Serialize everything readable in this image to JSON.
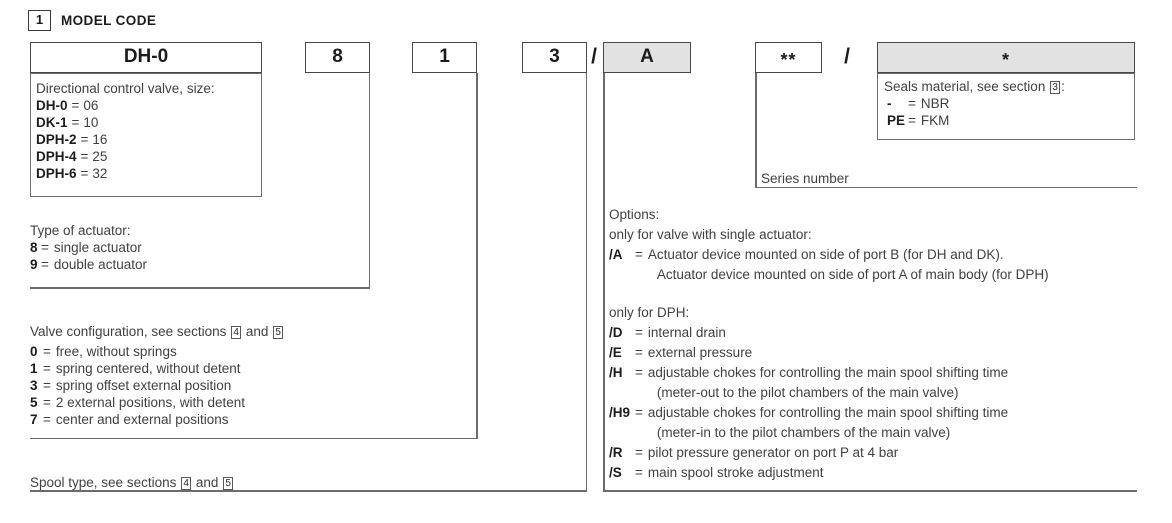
{
  "header": {
    "section_number": "1",
    "title": "MODEL CODE"
  },
  "code_row": {
    "family": "DH-0",
    "actuator": "8",
    "configuration": "1",
    "spool": "3",
    "slash1": "/",
    "option": "A",
    "series": "**",
    "slash2": "/",
    "seals": "*"
  },
  "size_section": {
    "title": "Directional control valve, size:",
    "items": [
      {
        "code": "DH-0",
        "value": "06"
      },
      {
        "code": "DK-1",
        "value": "10"
      },
      {
        "code": "DPH-2",
        "value": "16"
      },
      {
        "code": "DPH-4",
        "value": "25"
      },
      {
        "code": "DPH-6",
        "value": "32"
      }
    ]
  },
  "actuator_section": {
    "title": "Type of actuator:",
    "items": [
      {
        "code": "8",
        "desc": "single actuator"
      },
      {
        "code": "9",
        "desc": "double actuator"
      }
    ]
  },
  "config_section": {
    "title_prefix": "Valve configuration, see sections",
    "ref1": "4",
    "conjunction": "and",
    "ref2": "5",
    "items": [
      {
        "code": "0",
        "desc": "free, without springs"
      },
      {
        "code": "1",
        "desc": "spring centered, without detent"
      },
      {
        "code": "3",
        "desc": "spring offset external position"
      },
      {
        "code": "5",
        "desc": "2 external positions, with detent"
      },
      {
        "code": "7",
        "desc": "center and external positions"
      }
    ]
  },
  "spool_section": {
    "title_prefix": "Spool type, see sections",
    "ref1": "4",
    "conjunction": "and",
    "ref2": "5"
  },
  "options_section": {
    "title": "Options:",
    "group1_heading": "only for valve with single actuator:",
    "group2_heading": "only for DPH:",
    "items": [
      {
        "code": "/A",
        "desc": "Actuator device mounted on side of port B (for DH and DK).",
        "desc2": "Actuator device mounted on side of port A of main body (for DPH)"
      },
      {
        "code": "/D",
        "desc": "internal drain"
      },
      {
        "code": "/E",
        "desc": "external pressure"
      },
      {
        "code": "/H",
        "desc": "adjustable chokes for controlling the main spool shifting time",
        "desc2": "(meter-out to the pilot chambers of the main valve)"
      },
      {
        "code": "/H9",
        "desc": "adjustable chokes for controlling the main spool shifting time",
        "desc2": "(meter-in to the pilot chambers of the main valve)"
      },
      {
        "code": "/R",
        "desc": "pilot pressure generator on port P at 4 bar"
      },
      {
        "code": "/S",
        "desc": "main spool stroke adjustment"
      }
    ]
  },
  "series_section": {
    "label": "Series number"
  },
  "seals_section": {
    "title_prefix": "Seals material, see section",
    "ref": "3",
    "title_suffix": ":",
    "items": [
      {
        "code": "-",
        "desc": "NBR"
      },
      {
        "code": "PE",
        "desc": "FKM"
      }
    ]
  },
  "misc": {
    "equals": "="
  },
  "colors": {
    "highlight_fill": "#e2e2e2",
    "box_border": "#47484a",
    "line": "#6a6b6e",
    "text": "#414143"
  }
}
